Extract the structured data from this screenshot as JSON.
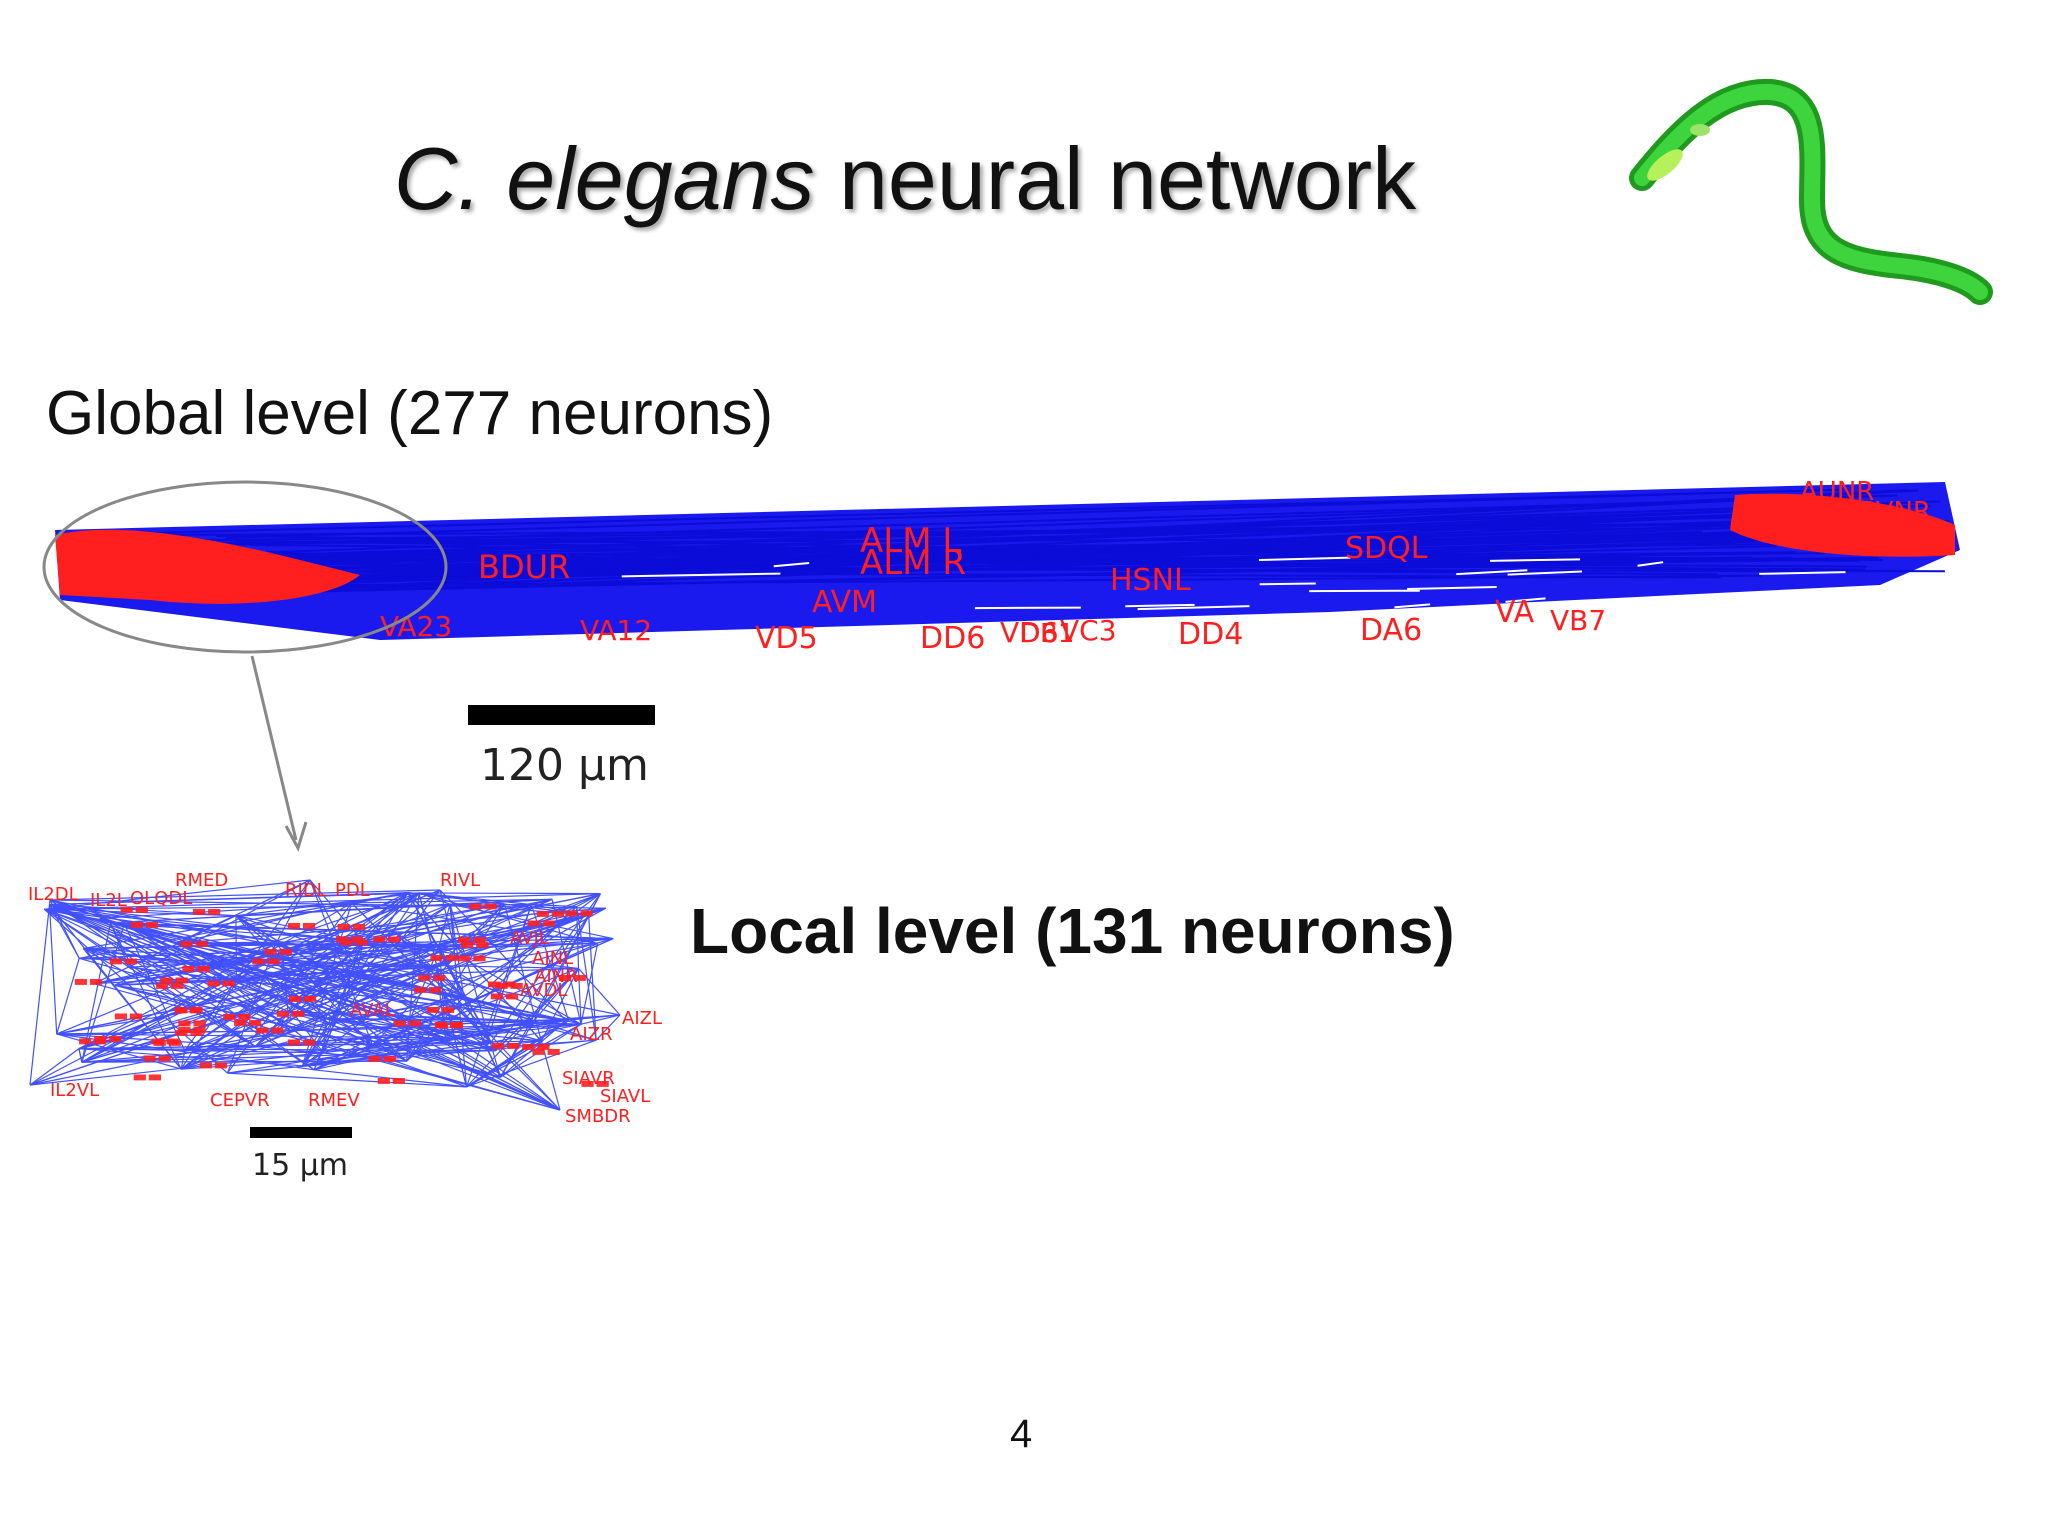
{
  "slide": {
    "title_italic": "C. elegans",
    "title_rest": " neural network",
    "global_label": "Global level (277 neurons)",
    "local_label": "Local level (131 neurons)",
    "page_number": "4"
  },
  "global_scale_bar": {
    "label": "120 μm"
  },
  "local_scale_bar": {
    "label": "15 μm"
  },
  "colors": {
    "edges": "#1010ee",
    "labels": "#ff1f1f",
    "worm": "#22bb22",
    "ellipse": "#888888"
  },
  "global_neuron_labels": [
    "BDUR",
    "ALM L",
    "ALM R",
    "SDQL",
    "HSNL",
    "AVM",
    "VA23",
    "DD6",
    "VD5",
    "VA12",
    "VD6",
    "DD4",
    "DA6",
    "VA",
    "VB7",
    "AUNR",
    "PVNR",
    "VC3",
    "DB1"
  ],
  "local_neuron_labels": [
    "RMED",
    "RIDL",
    "PDL",
    "RIVL",
    "IL2DL",
    "IL2L",
    "OLQDL",
    "AINL",
    "AINR",
    "AVDL",
    "AIZL",
    "AIZR",
    "SIAVR",
    "SIAVL",
    "SMBDR",
    "CEPVR",
    "RMEV",
    "IL2VL",
    "AVAL",
    "AVJL"
  ]
}
